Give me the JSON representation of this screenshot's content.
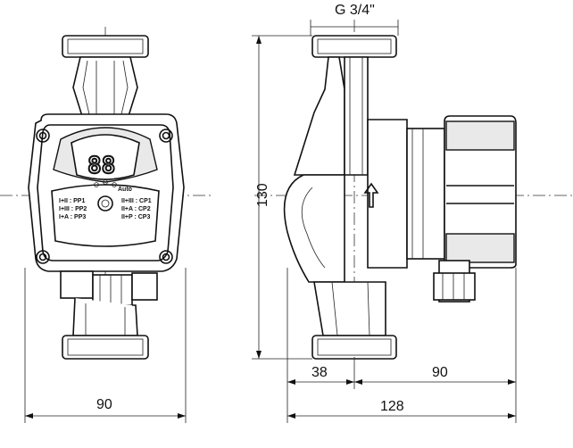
{
  "dimensions": {
    "thread": "G 3/4\"",
    "height": "130",
    "front_width": "90",
    "side_left": "38",
    "side_right": "90",
    "side_total": "128"
  },
  "display": {
    "digits": "88",
    "auto_label": "Auto"
  },
  "modes_left": [
    "I+II : PP1",
    "I+III : PP2",
    "I+A : PP3"
  ],
  "modes_right": [
    "II+III : CP1",
    "II+A : CP2",
    "II+P : CP3"
  ]
}
